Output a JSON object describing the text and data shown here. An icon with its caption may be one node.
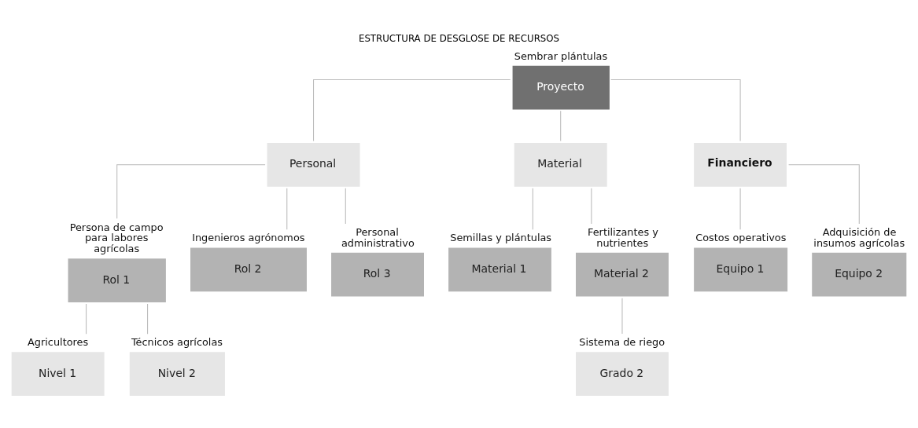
{
  "diagram": {
    "title": "ESTRUCTURA DE DESGLOSE DE RECURSOS",
    "nodes": [
      {
        "text": [
          "Sembrar plántulas",
          "Proyecto"
        ]
      },
      {
        "text": [
          "Personal"
        ]
      },
      {
        "text": [
          "Material"
        ]
      },
      {
        "text": [
          "Financiero"
        ]
      },
      {
        "text": [
          "Persona de campo para labores agrícolas",
          "Rol 1"
        ]
      },
      {
        "text": [
          "Ingenieros agrónomos",
          "Rol 2"
        ]
      },
      {
        "text": [
          "Personal administrativo",
          "Rol 3"
        ]
      },
      {
        "text": [
          "Semillas y plántulas",
          "Material 1"
        ]
      },
      {
        "text": [
          "Fertilizantes y nutrientes",
          "Material 2"
        ]
      },
      {
        "text": [
          "Costos operativos",
          "Equipo 1"
        ]
      },
      {
        "text": [
          "Adquisición de insumos agrícolas",
          "Equipo 2"
        ]
      },
      {
        "text": [
          "Agricultores",
          "Nivel 1"
        ]
      },
      {
        "text": [
          "Técnicos agrícolas",
          "Nivel 2"
        ]
      },
      {
        "text": [
          "Sistema de riego",
          "Grado 2"
        ]
      }
    ],
    "edges": [
      {
        "from": 0,
        "to": 1,
        "arrow": "none"
      },
      {
        "from": 0,
        "to": 2,
        "arrow": "none"
      },
      {
        "from": 0,
        "to": 3,
        "arrow": "none"
      },
      {
        "from": 1,
        "to": 4,
        "arrow": "none"
      },
      {
        "from": 1,
        "to": 5,
        "arrow": "none"
      },
      {
        "from": 1,
        "to": 6,
        "arrow": "none"
      },
      {
        "from": 2,
        "to": 7,
        "arrow": "none"
      },
      {
        "from": 2,
        "to": 8,
        "arrow": "none"
      },
      {
        "from": 3,
        "to": 9,
        "arrow": "none"
      },
      {
        "from": 3,
        "to": 10,
        "arrow": "none"
      },
      {
        "from": 4,
        "to": 11,
        "arrow": "none"
      },
      {
        "from": 4,
        "to": 12,
        "arrow": "none"
      },
      {
        "from": 8,
        "to": 13,
        "arrow": "none"
      }
    ]
  }
}
